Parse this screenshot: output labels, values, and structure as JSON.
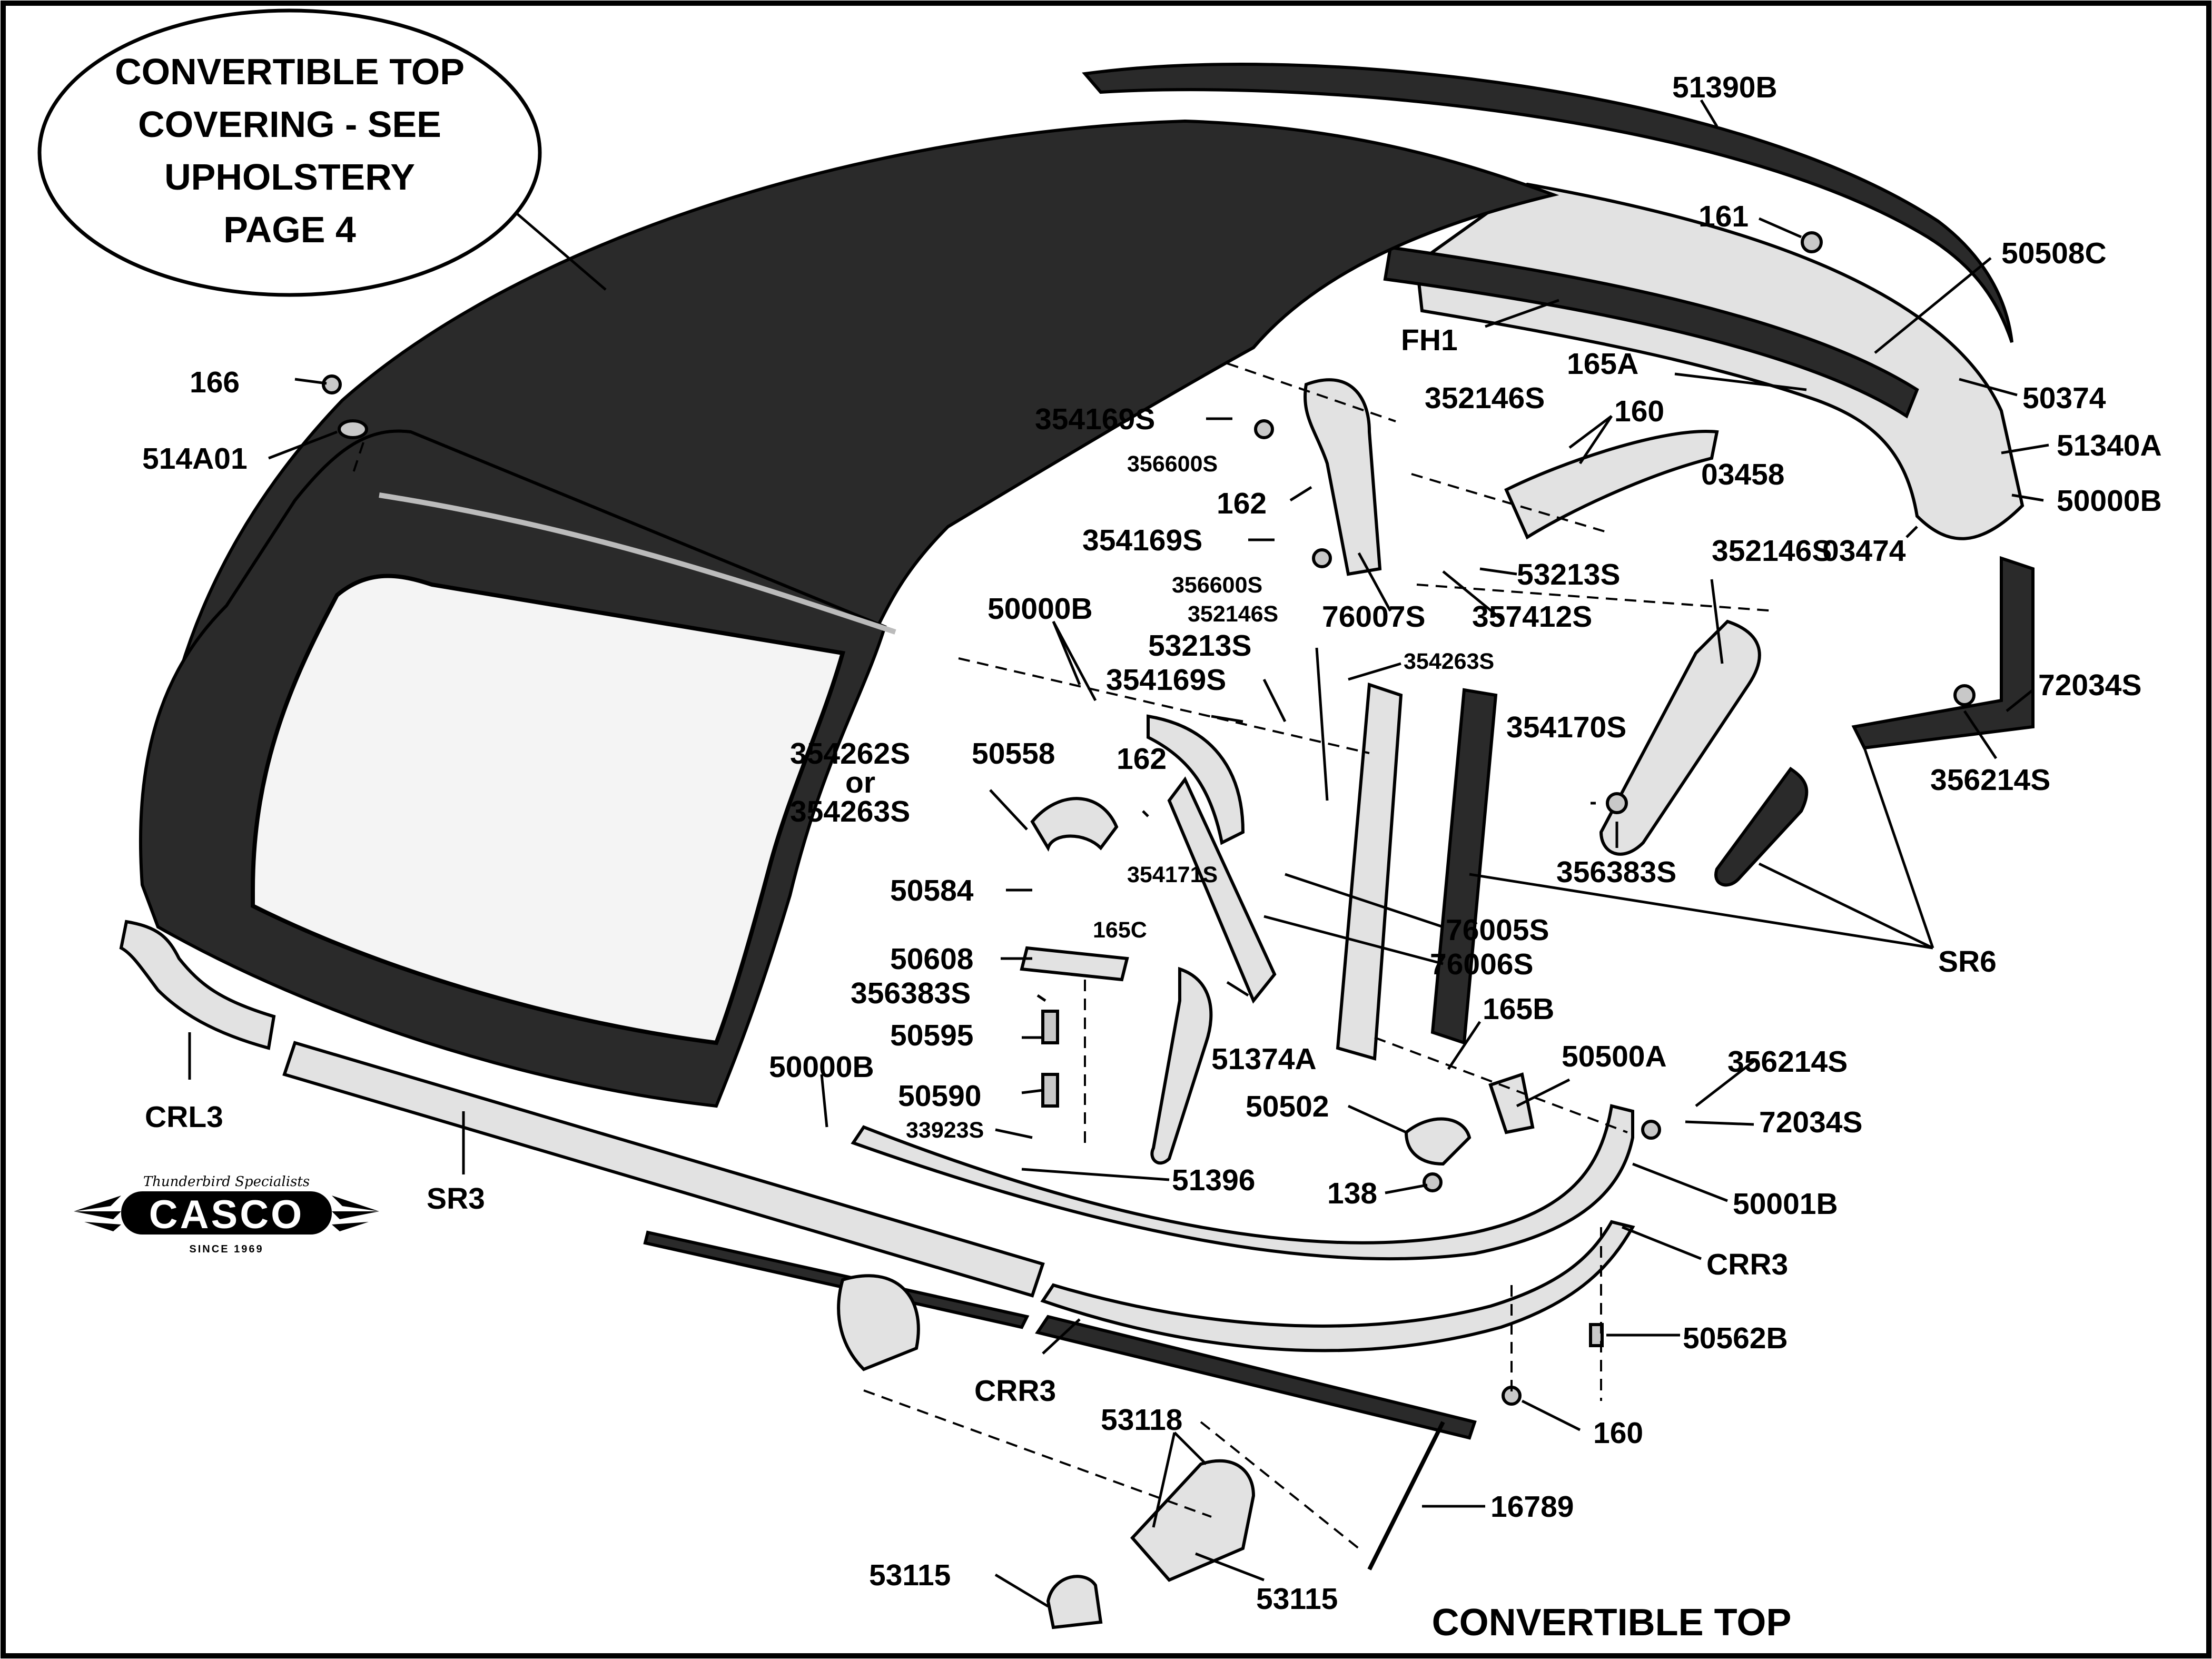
{
  "title": "CONVERTIBLE TOP",
  "callout": {
    "lines": [
      "CONVERTIBLE TOP",
      "COVERING - SEE",
      "UPHOLSTERY",
      "PAGE 4"
    ]
  },
  "logo": {
    "name": "CASCO",
    "tagline": "Thunderbird Specialists",
    "since": "SINCE 1969"
  },
  "part_labels": [
    {
      "id": "51390B",
      "text": "51390B"
    },
    {
      "id": "161",
      "text": "161"
    },
    {
      "id": "50508C",
      "text": "50508C"
    },
    {
      "id": "FH1",
      "text": "FH1"
    },
    {
      "id": "165A",
      "text": "165A"
    },
    {
      "id": "50374",
      "text": "50374"
    },
    {
      "id": "352146S-a",
      "text": "352146S"
    },
    {
      "id": "160-a",
      "text": "160"
    },
    {
      "id": "51340A",
      "text": "51340A"
    },
    {
      "id": "354169S-a",
      "text": "354169S"
    },
    {
      "id": "356600S-a",
      "text": "356600S"
    },
    {
      "id": "03458",
      "text": "03458"
    },
    {
      "id": "50000B-a",
      "text": "50000B"
    },
    {
      "id": "162-a",
      "text": "162"
    },
    {
      "id": "354169S-b",
      "text": "354169S"
    },
    {
      "id": "53213S-a",
      "text": "53213S"
    },
    {
      "id": "03474",
      "text": "03474"
    },
    {
      "id": "352146S-b",
      "text": "352146S"
    },
    {
      "id": "356600S-b",
      "text": "356600S"
    },
    {
      "id": "76007S",
      "text": "76007S"
    },
    {
      "id": "357412S",
      "text": "357412S"
    },
    {
      "id": "352146S-c",
      "text": "352146S"
    },
    {
      "id": "50000B-b",
      "text": "50000B"
    },
    {
      "id": "53213S-b",
      "text": "53213S"
    },
    {
      "id": "354263S-a",
      "text": "354263S"
    },
    {
      "id": "72034S-a",
      "text": "72034S"
    },
    {
      "id": "354169S-c",
      "text": "354169S"
    },
    {
      "id": "354170S",
      "text": "354170S"
    },
    {
      "id": "356214S-a",
      "text": "356214S"
    },
    {
      "id": "354262S",
      "text": "354262S"
    },
    {
      "id": "or",
      "text": "or"
    },
    {
      "id": "354263S-b",
      "text": "354263S"
    },
    {
      "id": "50558",
      "text": "50558"
    },
    {
      "id": "162-b",
      "text": "162"
    },
    {
      "id": "356383S-a",
      "text": "356383S"
    },
    {
      "id": "50584",
      "text": "50584"
    },
    {
      "id": "354171S",
      "text": "354171S"
    },
    {
      "id": "165C",
      "text": "165C"
    },
    {
      "id": "76005S",
      "text": "76005S"
    },
    {
      "id": "76006S",
      "text": "76006S"
    },
    {
      "id": "SR6",
      "text": "SR6"
    },
    {
      "id": "50608",
      "text": "50608"
    },
    {
      "id": "356383S-b",
      "text": "356383S"
    },
    {
      "id": "51374A",
      "text": "51374A"
    },
    {
      "id": "50595",
      "text": "50595"
    },
    {
      "id": "165B",
      "text": "165B"
    },
    {
      "id": "50500A",
      "text": "50500A"
    },
    {
      "id": "356214S-b",
      "text": "356214S"
    },
    {
      "id": "CRL3",
      "text": "CRL3"
    },
    {
      "id": "50000B-c",
      "text": "50000B"
    },
    {
      "id": "50590",
      "text": "50590"
    },
    {
      "id": "50502",
      "text": "50502"
    },
    {
      "id": "72034S-b",
      "text": "72034S"
    },
    {
      "id": "33923S",
      "text": "33923S"
    },
    {
      "id": "51396",
      "text": "51396"
    },
    {
      "id": "SR3",
      "text": "SR3"
    },
    {
      "id": "138",
      "text": "138"
    },
    {
      "id": "50001B",
      "text": "50001B"
    },
    {
      "id": "CRR3-a",
      "text": "CRR3"
    },
    {
      "id": "50562B",
      "text": "50562B"
    },
    {
      "id": "CRR3-b",
      "text": "CRR3"
    },
    {
      "id": "160-b",
      "text": "160"
    },
    {
      "id": "53118",
      "text": "53118"
    },
    {
      "id": "16789",
      "text": "16789"
    },
    {
      "id": "53115-a",
      "text": "53115"
    },
    {
      "id": "53115-b",
      "text": "53115"
    },
    {
      "id": "166",
      "text": "166"
    },
    {
      "id": "514A01",
      "text": "514A01"
    }
  ]
}
